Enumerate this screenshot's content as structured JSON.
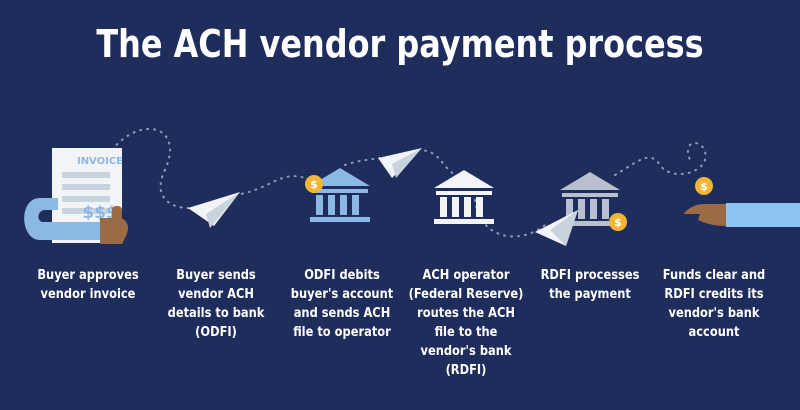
{
  "title": "The ACH vendor payment process",
  "invoice": {
    "header": "INVOICE",
    "amount": "$$$"
  },
  "coin_symbol": "$",
  "steps": [
    {
      "label": "Buyer approves vendor invoice"
    },
    {
      "label": "Buyer sends vendor ACH details to bank (ODFI)"
    },
    {
      "label": "ODFI debits buyer's account and sends ACH file to operator"
    },
    {
      "label": "ACH operator (Federal Reserve) routes the ACH file to the vendor's bank (RDFI)"
    },
    {
      "label": "RDFI processes the payment"
    },
    {
      "label": "Funds clear and RDFI credits its vendor's bank account"
    }
  ],
  "colors": {
    "background": "#1f2d5c",
    "bank_blue": "#8cb8e6",
    "bank_white": "#f2f4f7",
    "bank_gray": "#b7c0cc",
    "coin": "#f2b536",
    "sleeve": "#8cc4f2",
    "skin": "#9b6b45",
    "dots": "#8f9bbd"
  }
}
